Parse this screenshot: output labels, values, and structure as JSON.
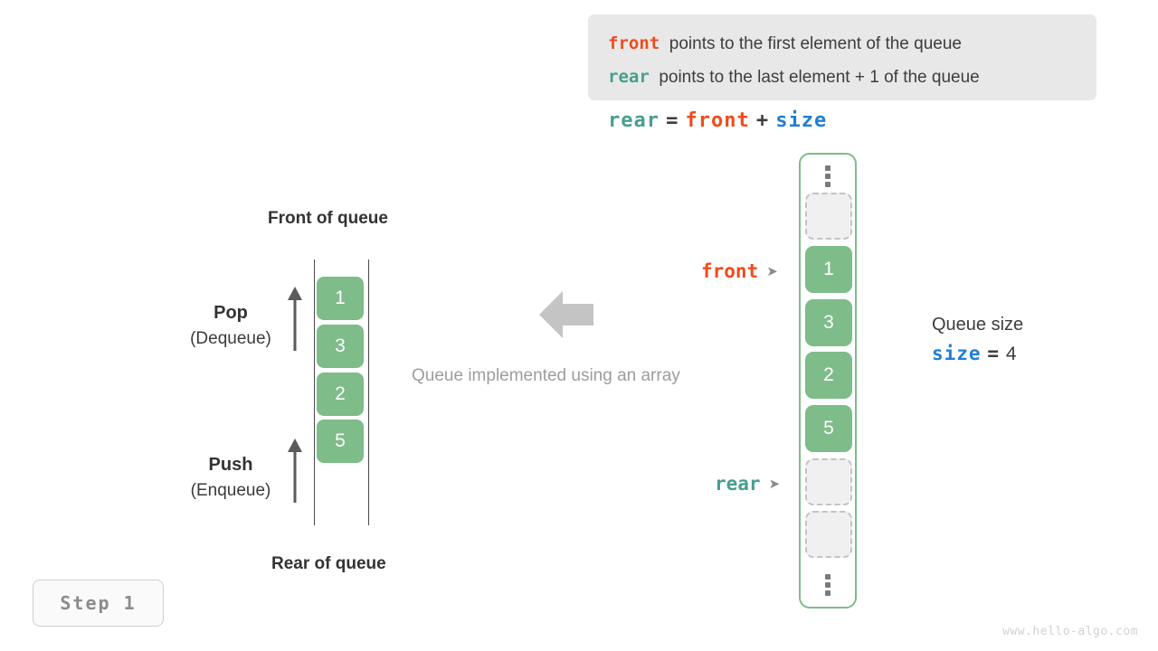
{
  "legend": {
    "lines": [
      {
        "keyword": "front",
        "keyword_color": "#ef4c1b",
        "text": "points to the first element of the queue"
      },
      {
        "keyword": "rear",
        "keyword_color": "#479e8e",
        "text": "points to the last element + 1 of the queue"
      }
    ],
    "background": "#e8e8e8"
  },
  "formula": {
    "lhs": "rear",
    "eq": "=",
    "term1": "front",
    "plus": "+",
    "term2": "size"
  },
  "left_queue": {
    "top_label": "Front of queue",
    "bottom_label": "Rear of queue",
    "pop": {
      "title": "Pop",
      "sub": "(Dequeue)"
    },
    "push": {
      "title": "Push",
      "sub": "(Enqueue)"
    },
    "cells": [
      "1",
      "3",
      "2",
      "5"
    ],
    "cell_color": "#7ebc89"
  },
  "center": {
    "caption": "Queue implemented using an array",
    "arrow_direction": "left",
    "arrow_color": "#c4c4c4"
  },
  "array": {
    "border_color": "#7ebc89",
    "slots": [
      {
        "type": "ellipsis",
        "value": ""
      },
      {
        "type": "empty",
        "value": ""
      },
      {
        "type": "filled",
        "value": "1"
      },
      {
        "type": "filled",
        "value": "3"
      },
      {
        "type": "filled",
        "value": "2"
      },
      {
        "type": "filled",
        "value": "5"
      },
      {
        "type": "empty",
        "value": ""
      },
      {
        "type": "empty",
        "value": ""
      },
      {
        "type": "ellipsis",
        "value": ""
      }
    ],
    "pointers": [
      {
        "name": "front",
        "label": "front",
        "color": "#ef4c1b",
        "arrow": "➤",
        "target_index": 2
      },
      {
        "name": "rear",
        "label": "rear",
        "color": "#479e8e",
        "arrow": "➤",
        "target_index": 6
      }
    ]
  },
  "queue_size": {
    "title": "Queue size",
    "var": "size",
    "eq": "=",
    "value": "4",
    "var_color": "#1f7fd4"
  },
  "step_badge": {
    "label": "Step 1"
  },
  "watermark": {
    "text": "www.hello-algo.com"
  }
}
